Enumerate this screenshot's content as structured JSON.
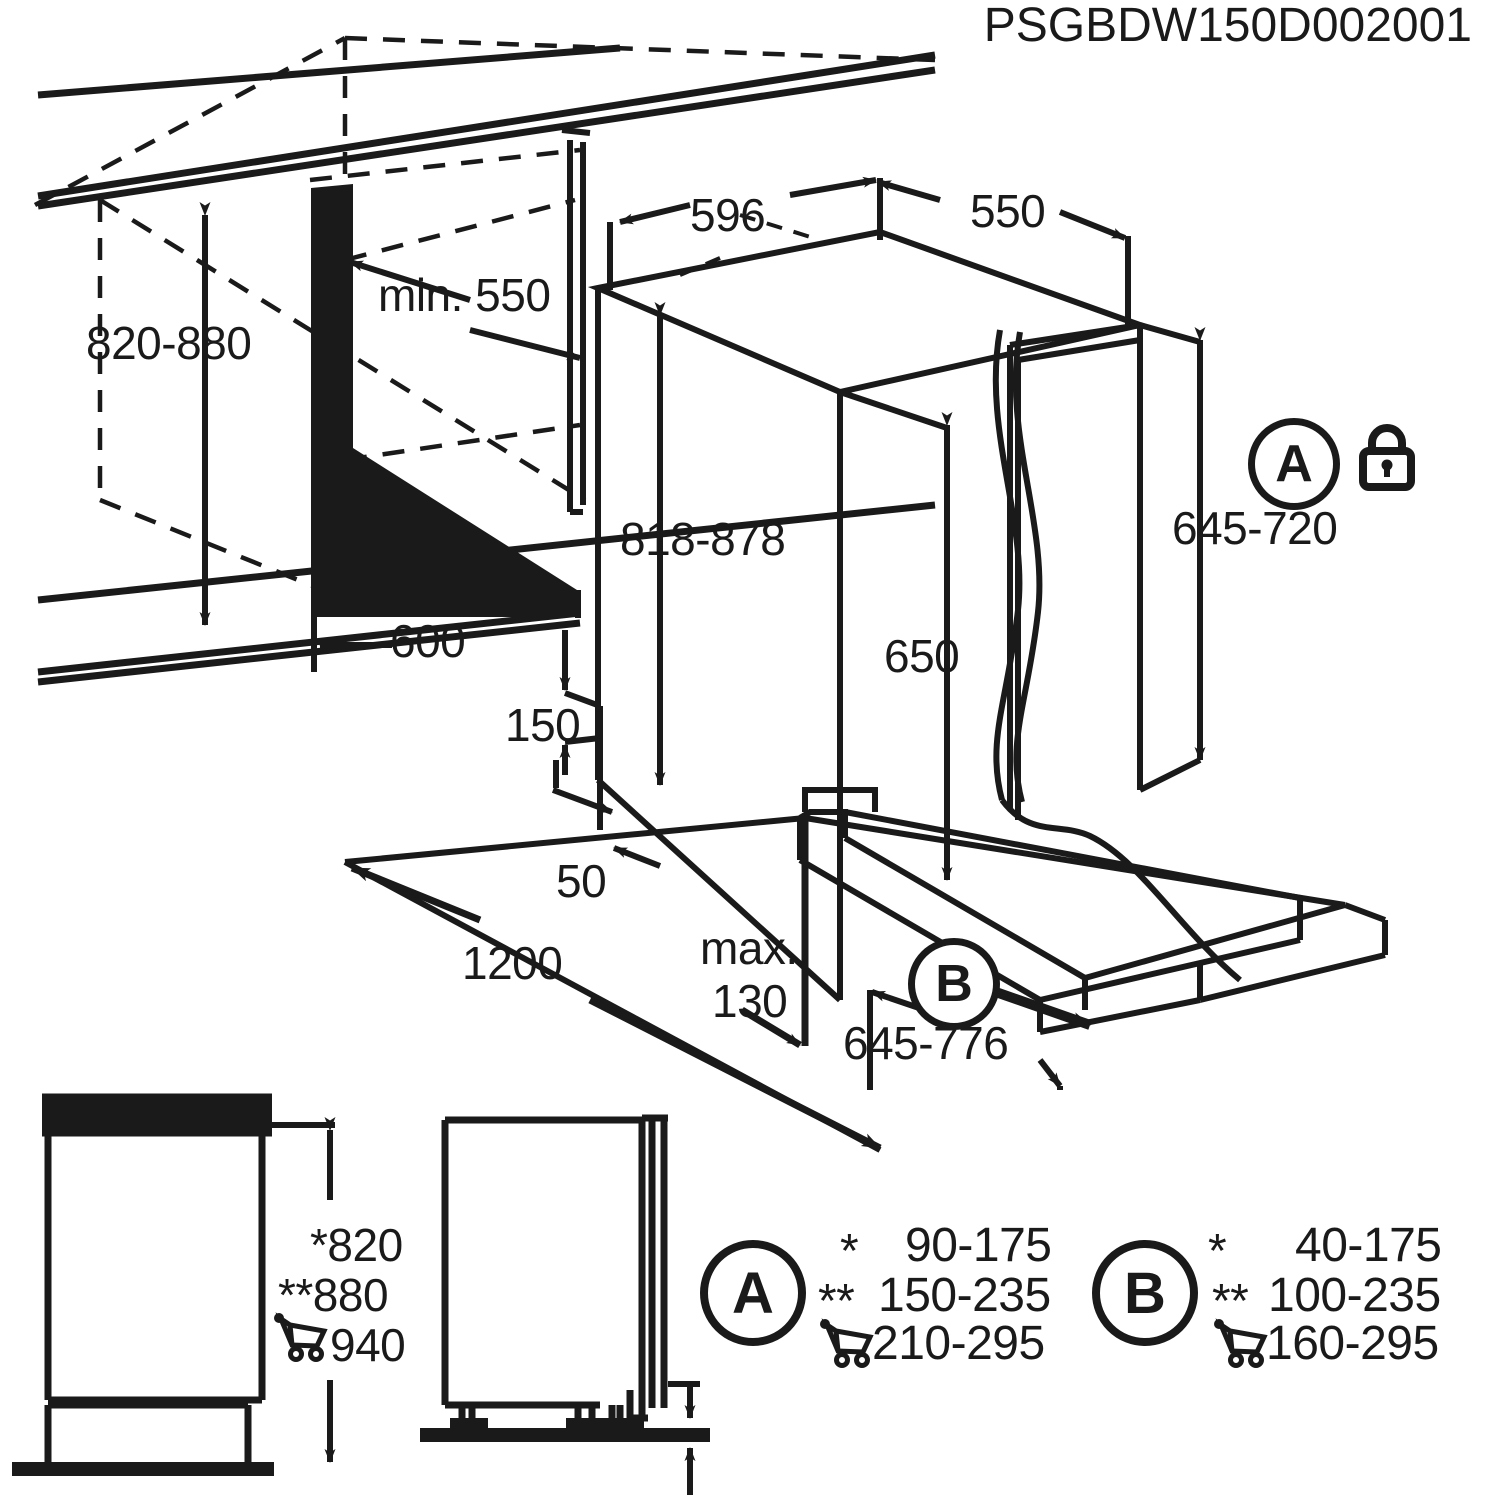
{
  "drawing": {
    "code": "PSGBDW150D002001",
    "type": "installation-dimension-drawing"
  },
  "niche": {
    "height_range": "820-880",
    "depth_min": "min. 550",
    "width": "600"
  },
  "appliance": {
    "top_width": "596",
    "top_depth": "550",
    "body_height_range": "818-878",
    "door_height": "650",
    "panel_height_range": "645-720",
    "hinge_offset": "150",
    "plinth_clearance": "50",
    "floor_width": "1200",
    "max_recess": "max.",
    "max_recess_value": "130",
    "door_swing_range": "645-776"
  },
  "markers": {
    "a": "A",
    "b": "B",
    "lock_icon": "lock-icon",
    "cart_icon": "shopping-cart-icon"
  },
  "side_view": {
    "height_single_star": "*820",
    "height_double_star": "**880",
    "height_cart": "940"
  },
  "legend": {
    "a": {
      "marker": "A",
      "star1": "*",
      "value1": "90-175",
      "star2": "**",
      "value2": "150-235",
      "cart": "shopping-cart-icon",
      "value3": "210-295"
    },
    "b": {
      "marker": "B",
      "star1": "*",
      "value1": "40-175",
      "star2": "**",
      "value2": "100-235",
      "cart": "shopping-cart-icon",
      "value3": "160-295"
    }
  },
  "style": {
    "ink": "#1a1a1a",
    "paper": "#ffffff"
  }
}
